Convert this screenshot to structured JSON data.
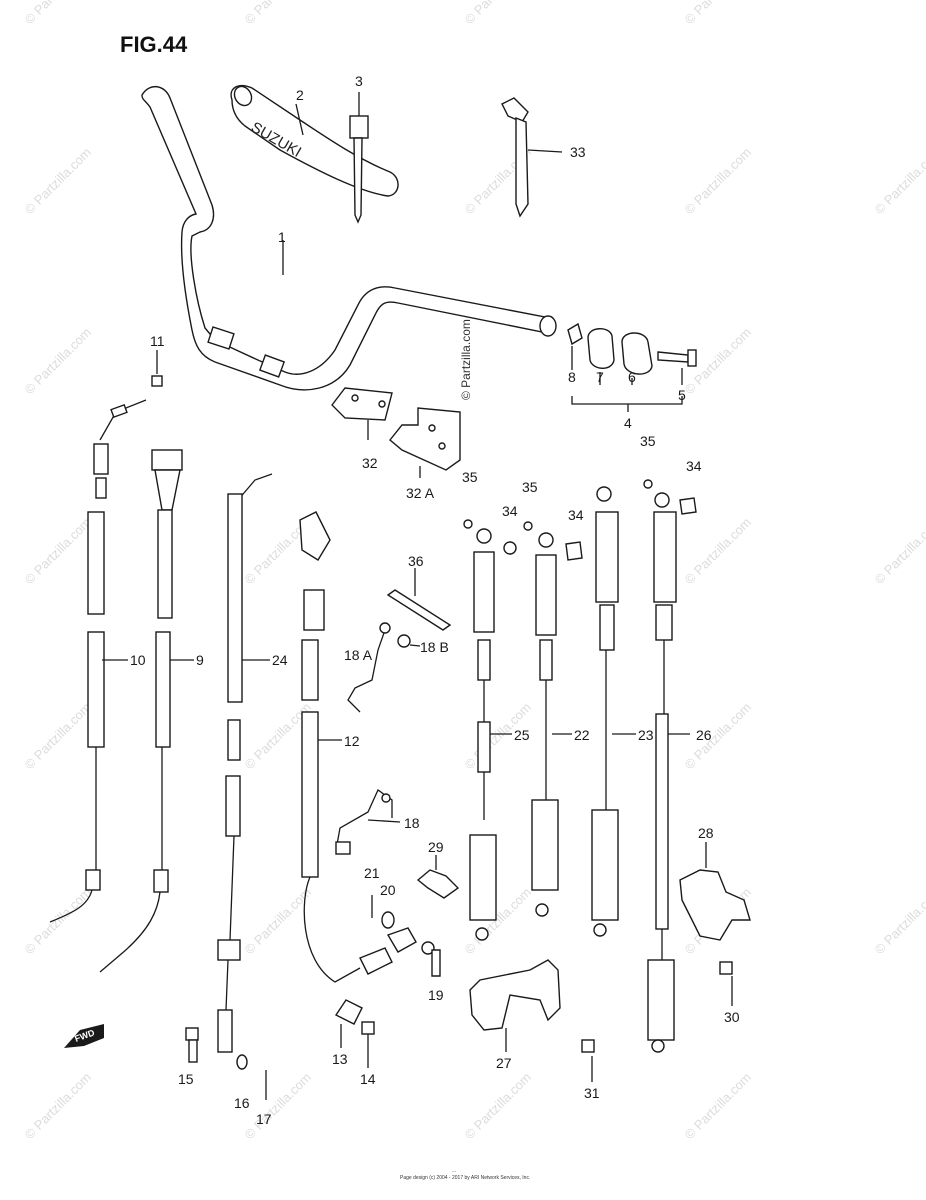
{
  "figure": {
    "title": "FIG.44"
  },
  "grip_brand": "SUZUKI",
  "fwd_label": "FWD",
  "watermark": {
    "text": "© Partzilla.com"
  },
  "footer": {
    "line1": "...",
    "line2": "Page design (c) 2004 - 2017 by ARI Network Services, Inc."
  },
  "callouts": {
    "c1": "1",
    "c2": "2",
    "c3": "3",
    "c4": "4",
    "c5": "5",
    "c6": "6",
    "c7": "7",
    "c8": "8",
    "c9": "9",
    "c10": "10",
    "c11": "11",
    "c12": "12",
    "c13": "13",
    "c14": "14",
    "c15": "15",
    "c16": "16",
    "c17": "17",
    "c18": "18",
    "c18a": "18 A",
    "c18b": "18 B",
    "c19": "19",
    "c20": "20",
    "c21": "21",
    "c22": "22",
    "c23": "23",
    "c24": "24",
    "c25": "25",
    "c26": "26",
    "c27": "27",
    "c28": "28",
    "c29": "29",
    "c30": "30",
    "c31": "31",
    "c32": "32",
    "c32a": "32 A",
    "c33": "33",
    "c34a": "34",
    "c34b": "34",
    "c34c": "34",
    "c35a": "35",
    "c35b": "35",
    "c35c": "35",
    "c36": "36"
  }
}
